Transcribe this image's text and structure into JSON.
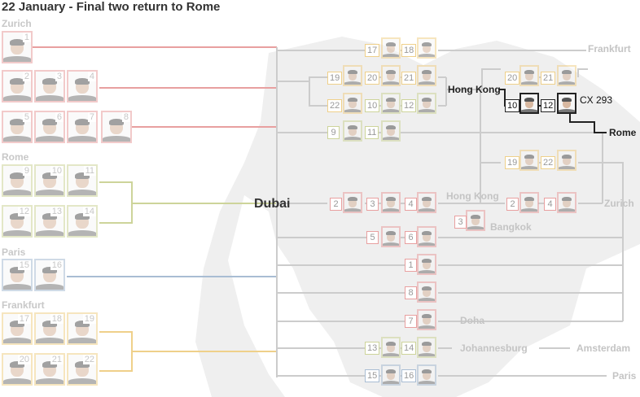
{
  "title": "22 January - Final two return to Rome",
  "groups": [
    "Zurich",
    "Rome",
    "Paris",
    "Frankfurt"
  ],
  "hub": "Dubai",
  "cities": {
    "frankfurt": "Frankfurt",
    "hong_kong_1": "Hong Kong",
    "rome": "Rome",
    "hong_kong_2": "Hong Kong",
    "zurich": "Zurich",
    "bangkok": "Bangkok",
    "doha": "Doha",
    "johannesburg": "Johannesburg",
    "amsterdam": "Amsterdam",
    "paris": "Paris"
  },
  "flight": "CX 293",
  "participants": {
    "zurich": [
      "1",
      "2",
      "3",
      "4",
      "5",
      "6",
      "7",
      "8"
    ],
    "rome": [
      "9",
      "10",
      "11",
      "12",
      "13",
      "14"
    ],
    "paris": [
      "15",
      "16"
    ],
    "frankfurt": [
      "17",
      "18",
      "19",
      "20",
      "21",
      "22"
    ]
  },
  "route_tiles": {
    "r1": [
      "17",
      "18"
    ],
    "r2": [
      "19",
      "20",
      "21"
    ],
    "r3": [
      "22",
      "10",
      "12"
    ],
    "r4": [
      "9",
      "11"
    ],
    "hk1": [
      "20",
      "21"
    ],
    "final": [
      "10",
      "12"
    ],
    "r6": [
      "19",
      "22"
    ],
    "d1": [
      "2",
      "3",
      "4"
    ],
    "d2": [
      "2",
      "4"
    ],
    "bkk": [
      "3"
    ],
    "d3": [
      "5",
      "6"
    ],
    "d4": [
      "1"
    ],
    "d5": [
      "8"
    ],
    "d6": [
      "7"
    ],
    "d7": [
      "13",
      "14"
    ],
    "d8": [
      "15",
      "16"
    ]
  },
  "colors": {
    "zurich": "#e8a0a0",
    "rome": "#cdd49a",
    "paris": "#a9bdd3",
    "frankfurt": "#efd08a",
    "map": "#efefef",
    "line": "#cccccc",
    "active": "#222222"
  }
}
